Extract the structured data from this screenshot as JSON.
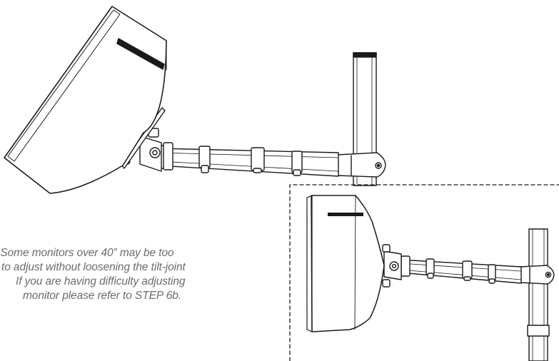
{
  "note": {
    "lines": [
      ": Some monitors over 40” may be too",
      "to adjust without loosening the tilt-joint",
      "If you are having difficulty adjusting",
      "monitor please refer to STEP 6b."
    ]
  }
}
